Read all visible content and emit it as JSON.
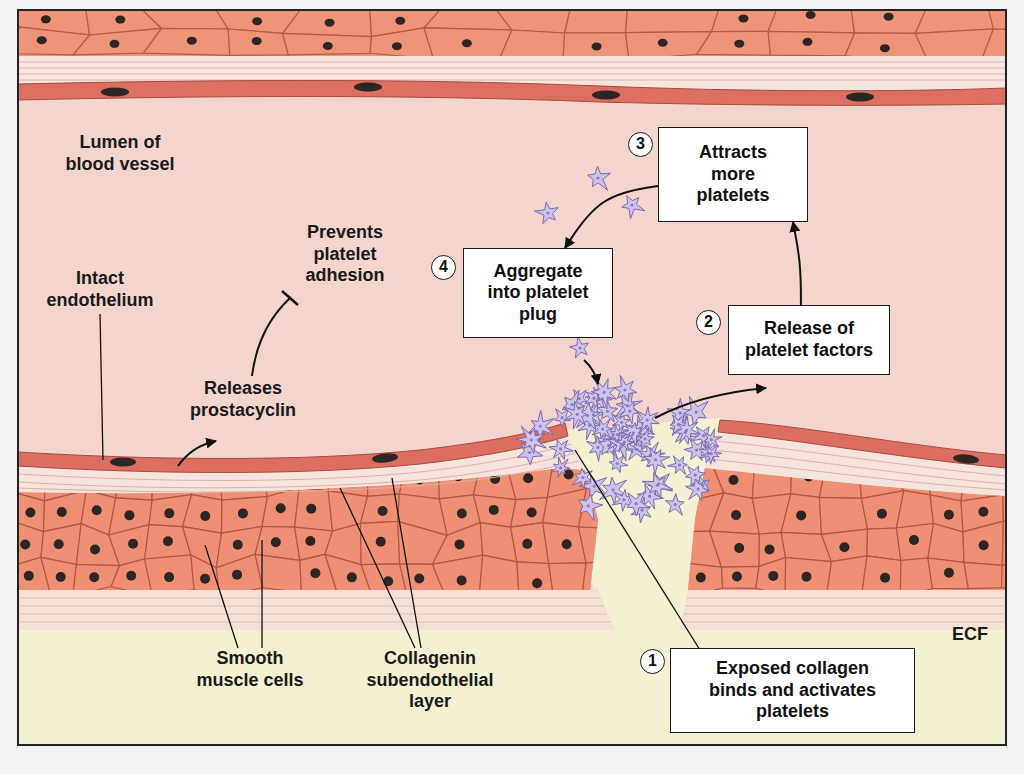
{
  "diagram": {
    "nodes": [
      {
        "text": [
          "3",
          "Attracts more platelets"
        ]
      },
      {
        "text": [
          "4",
          "Aggregate into platelet plug"
        ]
      },
      {
        "text": [
          "2",
          "Release of platelet factors"
        ]
      },
      {
        "text": [
          "1",
          "Exposed collagen binds and activates platelets"
        ]
      }
    ],
    "edges": [
      {
        "from": 2,
        "to": 0,
        "arrow": "to"
      },
      {
        "from": 0,
        "to": 1,
        "arrow": "to"
      }
    ],
    "labels": [
      "Lumen of blood vessel",
      "Intact endothelium",
      "Prevents platelet adhesion",
      "Releases prostacyclin",
      "Smooth muscle cells",
      "Collagenin subendothelial layer",
      "ECF"
    ]
  }
}
